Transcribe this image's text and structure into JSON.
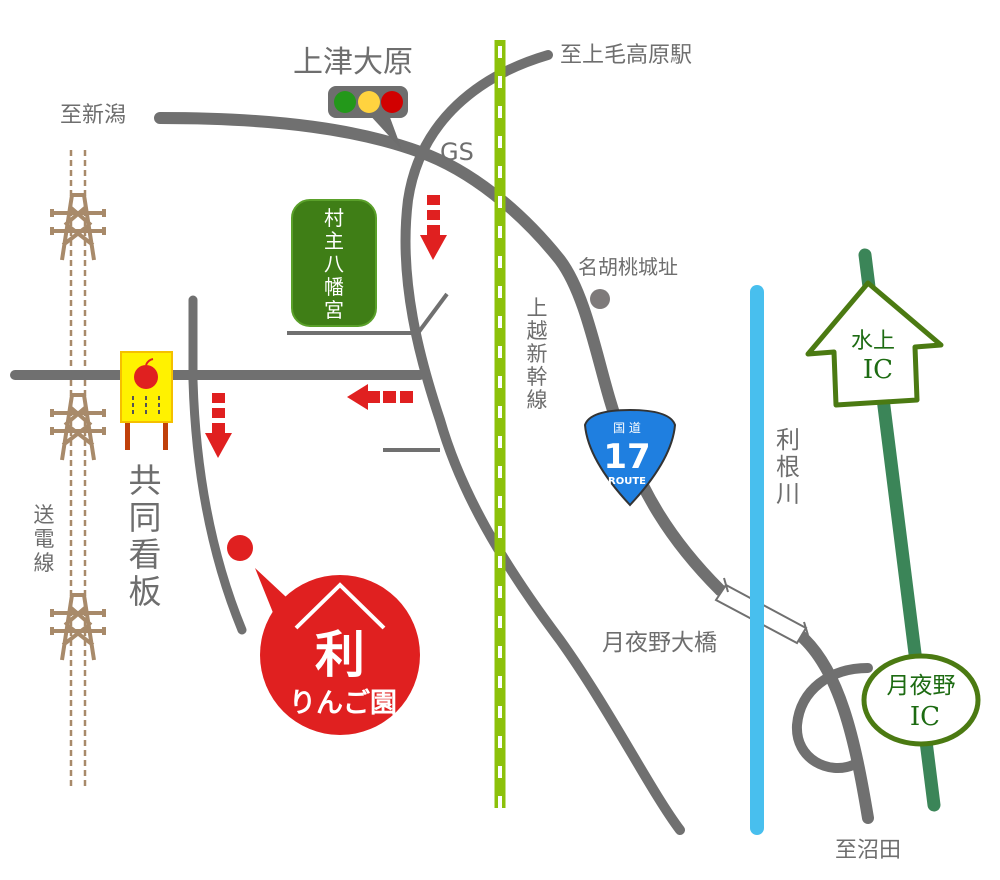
{
  "labels": {
    "to_niigata": "至新潟",
    "kamitsu_ohara": "上津大原",
    "gs": "GS",
    "to_kamimoku": "至上毛高原駅",
    "shrine": [
      "村",
      "主",
      "八",
      "幡",
      "宮"
    ],
    "nagurumi": "名胡桃城址",
    "shinkansen": [
      "上",
      "越",
      "新",
      "幹",
      "線"
    ],
    "tonegawa": [
      "利",
      "根",
      "川"
    ],
    "power_line": [
      "送",
      "電",
      "線"
    ],
    "signboard": [
      "共",
      "同",
      "看",
      "板"
    ],
    "bridge": "月夜野大橋",
    "to_numata": "至沼田",
    "minakami_ic": [
      "水上",
      "IC"
    ],
    "tsukiyono_ic": [
      "月夜野",
      "IC"
    ],
    "route_sign": {
      "top": "国 道",
      "number": "17",
      "bottom": "ROUTE"
    },
    "destination": {
      "kanji": "利",
      "name": "りんご園"
    }
  },
  "colors": {
    "road": "#707070",
    "railway": "#8cc10a",
    "river": "#48bfee",
    "highway": "#3b8558",
    "destination": "#e02020",
    "shrine": "#3f7e16",
    "route_sign": "#1f7fe0",
    "power_line": "#a88a6a",
    "arrow": "#e02020"
  },
  "icons": [
    "traffic-light-icon",
    "power-tower-icon",
    "apple-sign-icon",
    "route-17-sign-icon",
    "direction-arrow-icon"
  ]
}
